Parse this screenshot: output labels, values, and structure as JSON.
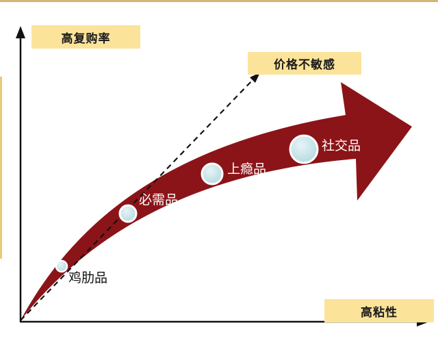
{
  "y_axis_label": "高复购率",
  "x_axis_label": "高粘性",
  "dashed_line_label": "价格不敏感",
  "stages": [
    {
      "label": "鸡肋品"
    },
    {
      "label": "必需品"
    },
    {
      "label": "上瘾品"
    },
    {
      "label": "社交品"
    }
  ],
  "colors": {
    "arrow": "#8b1418",
    "label_box": "#fbe39a",
    "node_fill": "#c8e3e8",
    "axis": "#111111"
  }
}
